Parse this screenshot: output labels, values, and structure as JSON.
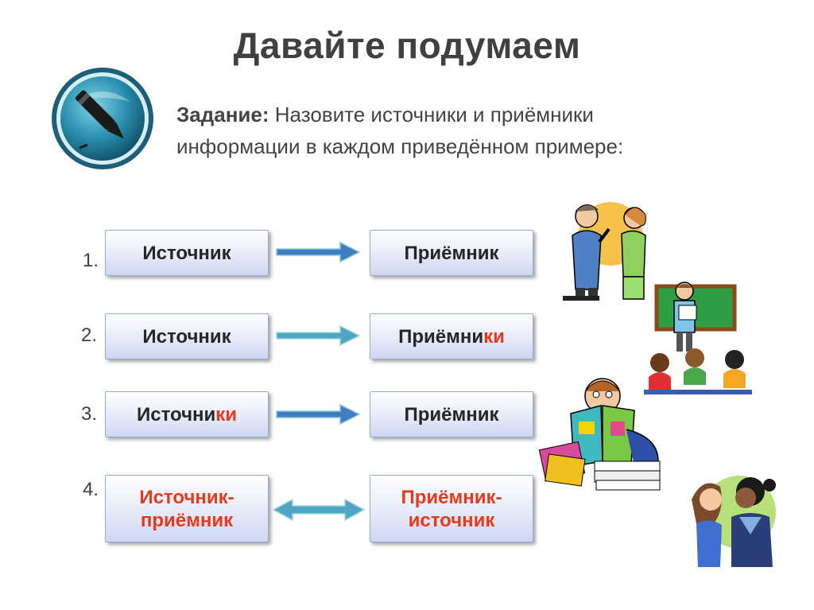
{
  "title": "Давайте подумаем",
  "task": {
    "label": "Задание:",
    "line1": "Назовите источники и приёмники",
    "line2": "информации в каждом приведённом примере:"
  },
  "rows": [
    {
      "number": "1.",
      "left": "Источник",
      "right": "Приёмник",
      "arrow": "right"
    },
    {
      "number": "2.",
      "left": "Источник",
      "right_main": "Приёмни",
      "right_accent": "ки",
      "arrow": "right"
    },
    {
      "number": "3.",
      "left_main": "Источни",
      "left_accent": "ки",
      "right": "Приёмник",
      "arrow": "right"
    },
    {
      "number": "4.",
      "left_line1": "Источник-",
      "left_line2": "приёмник",
      "right_line1": "Приёмник-",
      "right_line2": "источник",
      "arrow": "both"
    }
  ],
  "colors": {
    "accent_red": "#e8391d",
    "box_border": "#9aa9d6",
    "arrow_blue": "#3f7fc0",
    "title_gray": "#404040"
  },
  "icons": [
    "pen-icon",
    "arrow-right-icon",
    "arrow-double-icon"
  ],
  "illustrations": [
    "talking-adults-illustration",
    "teacher-students-illustration",
    "reading-boy-illustration",
    "talking-girls-illustration"
  ]
}
